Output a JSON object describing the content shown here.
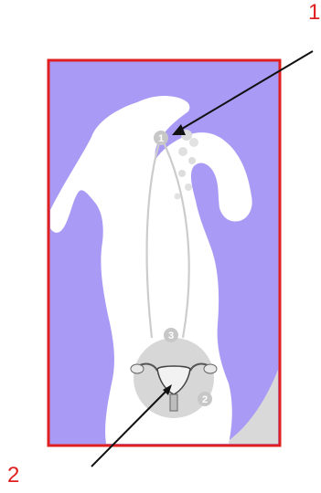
{
  "callouts": {
    "one": "1",
    "two": "2"
  },
  "markers": {
    "one": "1",
    "two": "2",
    "three": "3"
  },
  "colors": {
    "frame": "#e02020",
    "background": "#a99af5",
    "figure": "#ffffff",
    "circle": "#d7d7d7",
    "arrow": "#111111"
  },
  "icons": {
    "figure": "female-body-silhouette-icon",
    "reproductive": "uterus-ovaries-icon",
    "lymph": "lymph-node-cluster-icon"
  }
}
